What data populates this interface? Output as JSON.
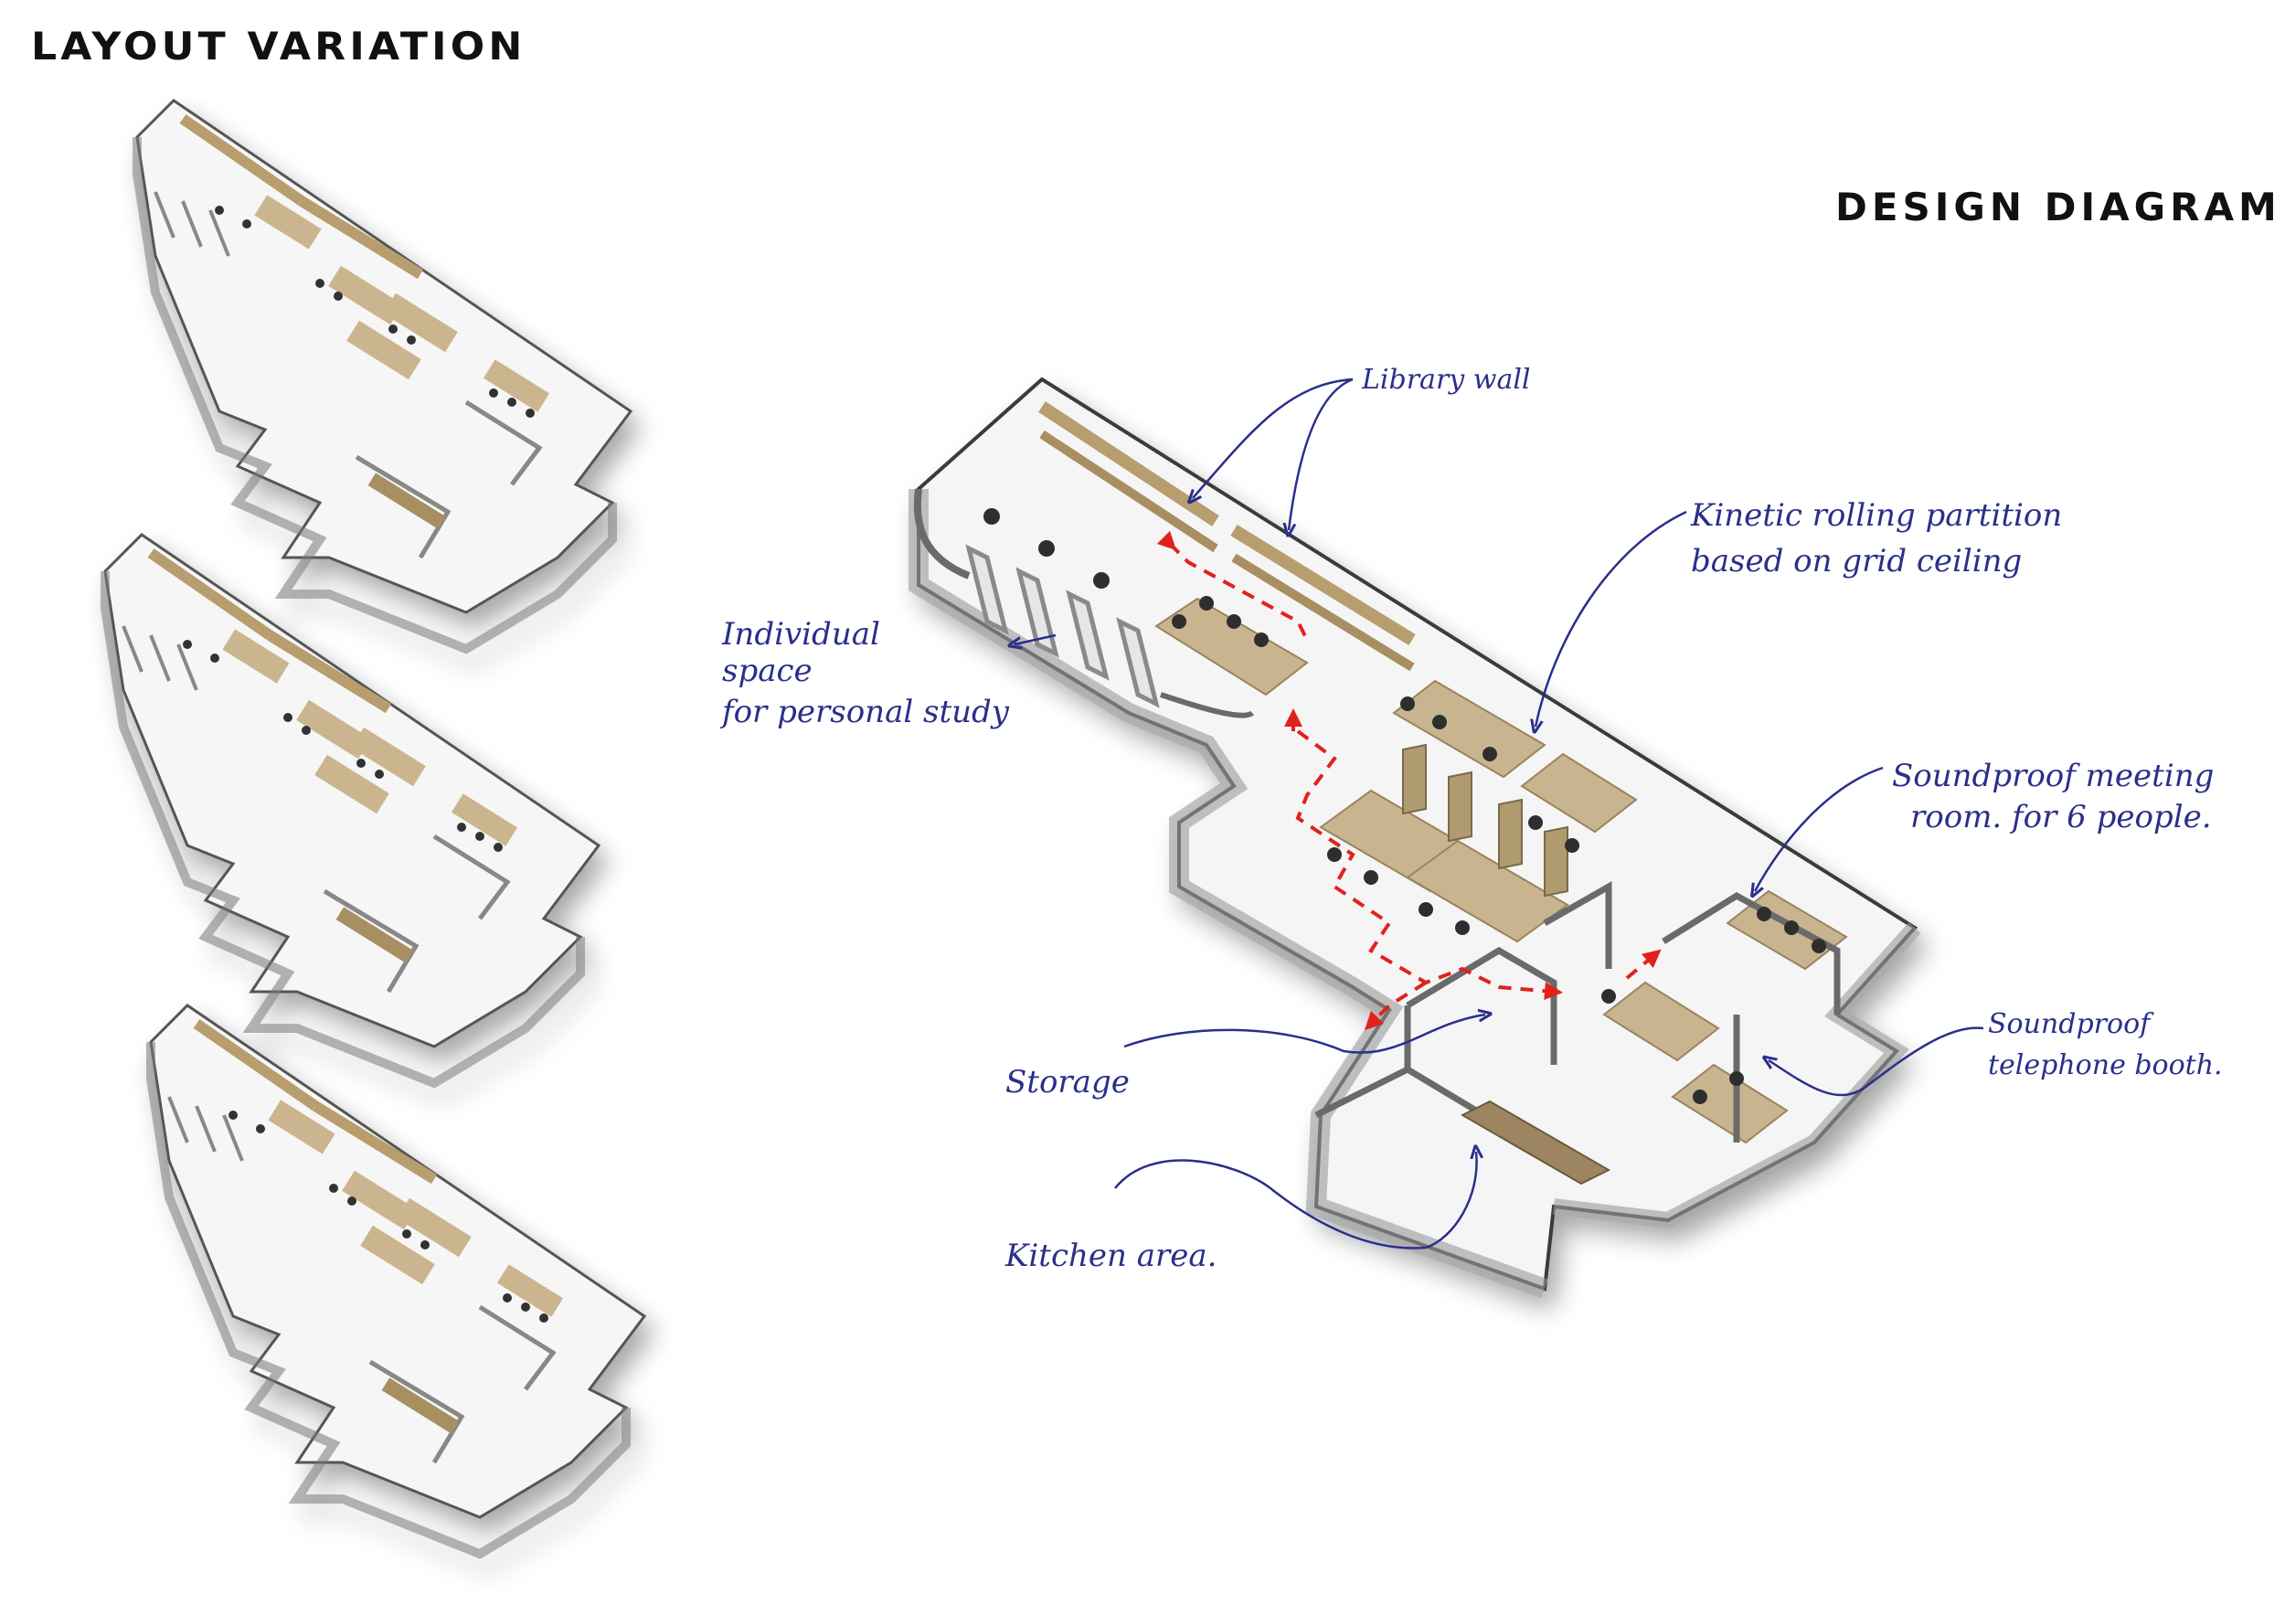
{
  "headings": {
    "layout_variation": "LAYOUT VARIATION",
    "design_diagram": "DESIGN DIAGRAM"
  },
  "annotations": {
    "library_wall": "Library wall",
    "kinetic_line1": "Kinetic rolling partition",
    "kinetic_line2": "based on grid ceiling",
    "individual_line1": "Individual",
    "individual_line2": "space",
    "individual_line3": "for personal study",
    "soundproof_meeting_line1": "Soundproof meeting",
    "soundproof_meeting_line2": "room. for 6 people.",
    "storage": "Storage",
    "telephone_line1": "Soundproof",
    "telephone_line2": "telephone booth.",
    "kitchen": "Kitchen area."
  },
  "colors": {
    "annotation_ink": "#2a2f8a",
    "circulation_arrow": "#e0201b",
    "desk_wood": "#c8b48e",
    "wall_gray": "#8a8a8a",
    "floor": "#f5f5f5"
  }
}
